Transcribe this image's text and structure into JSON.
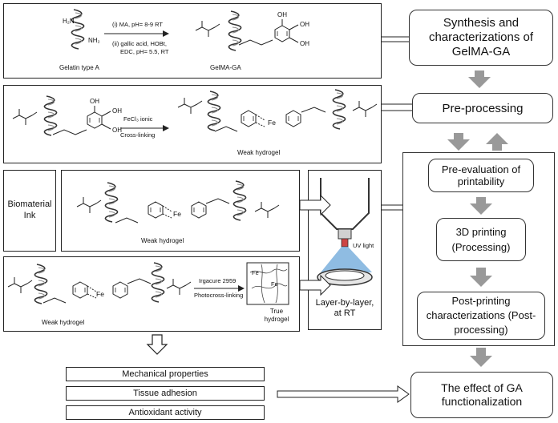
{
  "right_steps": {
    "synthesis": "Synthesis and characterizations of GelMA-GA",
    "preprocessing": "Pre-processing",
    "pre_evaluation": "Pre-evaluation of printability",
    "printing": "3D printing (Processing)",
    "post_printing": "Post-printing characterizations (Post-processing)",
    "effect": "The effect of GA functionalization"
  },
  "panel1": {
    "gelatin_label": "Gelatin type A",
    "nh2_top": "H₂N",
    "nh2_right": "NH₂",
    "reaction_i": "(i) MA,  pH= 8-9  RT",
    "reaction_ii_a": "(ii) gallic acid, HOBt,",
    "reaction_ii_b": "EDC, pH= 5.5, RT",
    "product_label": "GelMA-GA"
  },
  "panel2": {
    "reagent": "FeCl₃ ionic",
    "reagent_sub": "Cross-linking",
    "product_label": "Weak hydrogel"
  },
  "panel3": {
    "ink_label": "Biomaterial Ink",
    "product_label": "Weak hydrogel",
    "uv_label": "UV light",
    "layer_label": "Layer-by-layer, at RT"
  },
  "panel4": {
    "start_label": "Weak hydrogel",
    "reagent": "Irgacure 2959",
    "reagent_sub": "Photocross-linking",
    "product_label": "True hydrogel"
  },
  "outcomes": [
    "Mechanical properties",
    "Tissue adhesion",
    "Antioxidant activity"
  ],
  "chem": {
    "fe": "Fe",
    "oh": "OH",
    "o": "O",
    "h": "H",
    "n": "N"
  }
}
